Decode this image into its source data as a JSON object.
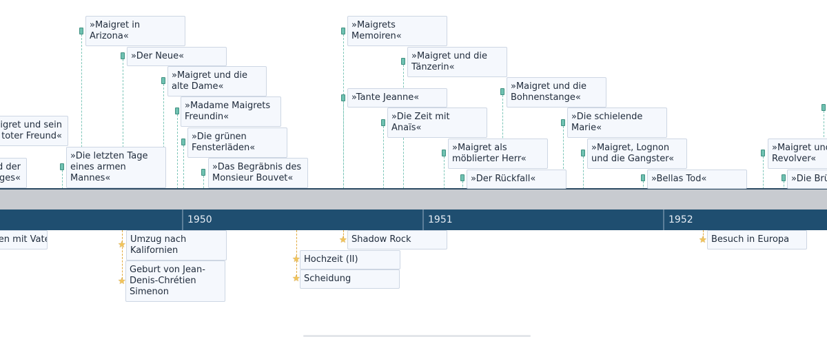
{
  "years": [
    "1950",
    "1951",
    "1952"
  ],
  "works": [
    "»Maigret in Arizona«",
    "»Der Neue«",
    "»Maigret und die alte Dame«",
    "»Madame Maigrets Freundin«",
    "»Die grünen Fensterläden«",
    "»Das Begräbnis des Monsieur Bouvet«",
    "»Die letzten Tage eines armen Mannes«",
    "»Maigrets Memoiren«",
    "»Maigret und die Tänzerin«",
    "»Tante Jeanne«",
    "»Die Zeit mit Anaïs«",
    "»Maigret und die Bohnenstange«",
    "»Die schielende Marie«",
    "»Maigret als möblierter Herr«",
    "»Maigret, Lognon und die Gangster«",
    "»Der Rückfall«",
    "»Bellas Tod«",
    "»Maigret und sein Revolver«",
    "»Die Brüder Rico«",
    "»Maigret und sein toter Freund«",
    "»Maigret und der Mann des Tages«"
  ],
  "life_events": [
    "Umzug nach Kalifornien",
    "Geburt von Jean-Denis-Chrétien Simenon",
    "Shadow Rock",
    "Hochzeit (II)",
    "Scheidung",
    "Besuch in Europa",
    "Wiedersehen mit Vater"
  ]
}
